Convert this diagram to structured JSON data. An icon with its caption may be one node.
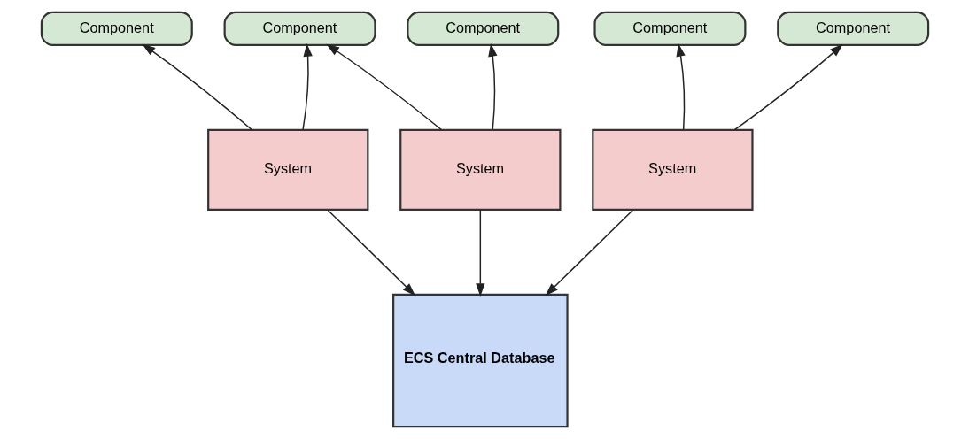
{
  "diagram": {
    "nodes": [
      {
        "text": [
          "Component"
        ]
      },
      {
        "text": [
          "Component"
        ]
      },
      {
        "text": [
          "Component"
        ]
      },
      {
        "text": [
          "Component"
        ]
      },
      {
        "text": [
          "Component"
        ]
      },
      {
        "text": [
          "System"
        ]
      },
      {
        "text": [
          "System"
        ]
      },
      {
        "text": [
          "System"
        ]
      },
      {
        "text": [
          "ECS Central Database"
        ]
      }
    ],
    "edges": [
      {
        "from": 5,
        "to": 0,
        "arrow": "to"
      },
      {
        "from": 5,
        "to": 1,
        "arrow": "to"
      },
      {
        "from": 6,
        "to": 1,
        "arrow": "to"
      },
      {
        "from": 6,
        "to": 2,
        "arrow": "to"
      },
      {
        "from": 7,
        "to": 3,
        "arrow": "to"
      },
      {
        "from": 7,
        "to": 4,
        "arrow": "to"
      },
      {
        "from": 5,
        "to": 8,
        "arrow": "to"
      },
      {
        "from": 6,
        "to": 8,
        "arrow": "to"
      },
      {
        "from": 7,
        "to": 8,
        "arrow": "to"
      }
    ]
  }
}
